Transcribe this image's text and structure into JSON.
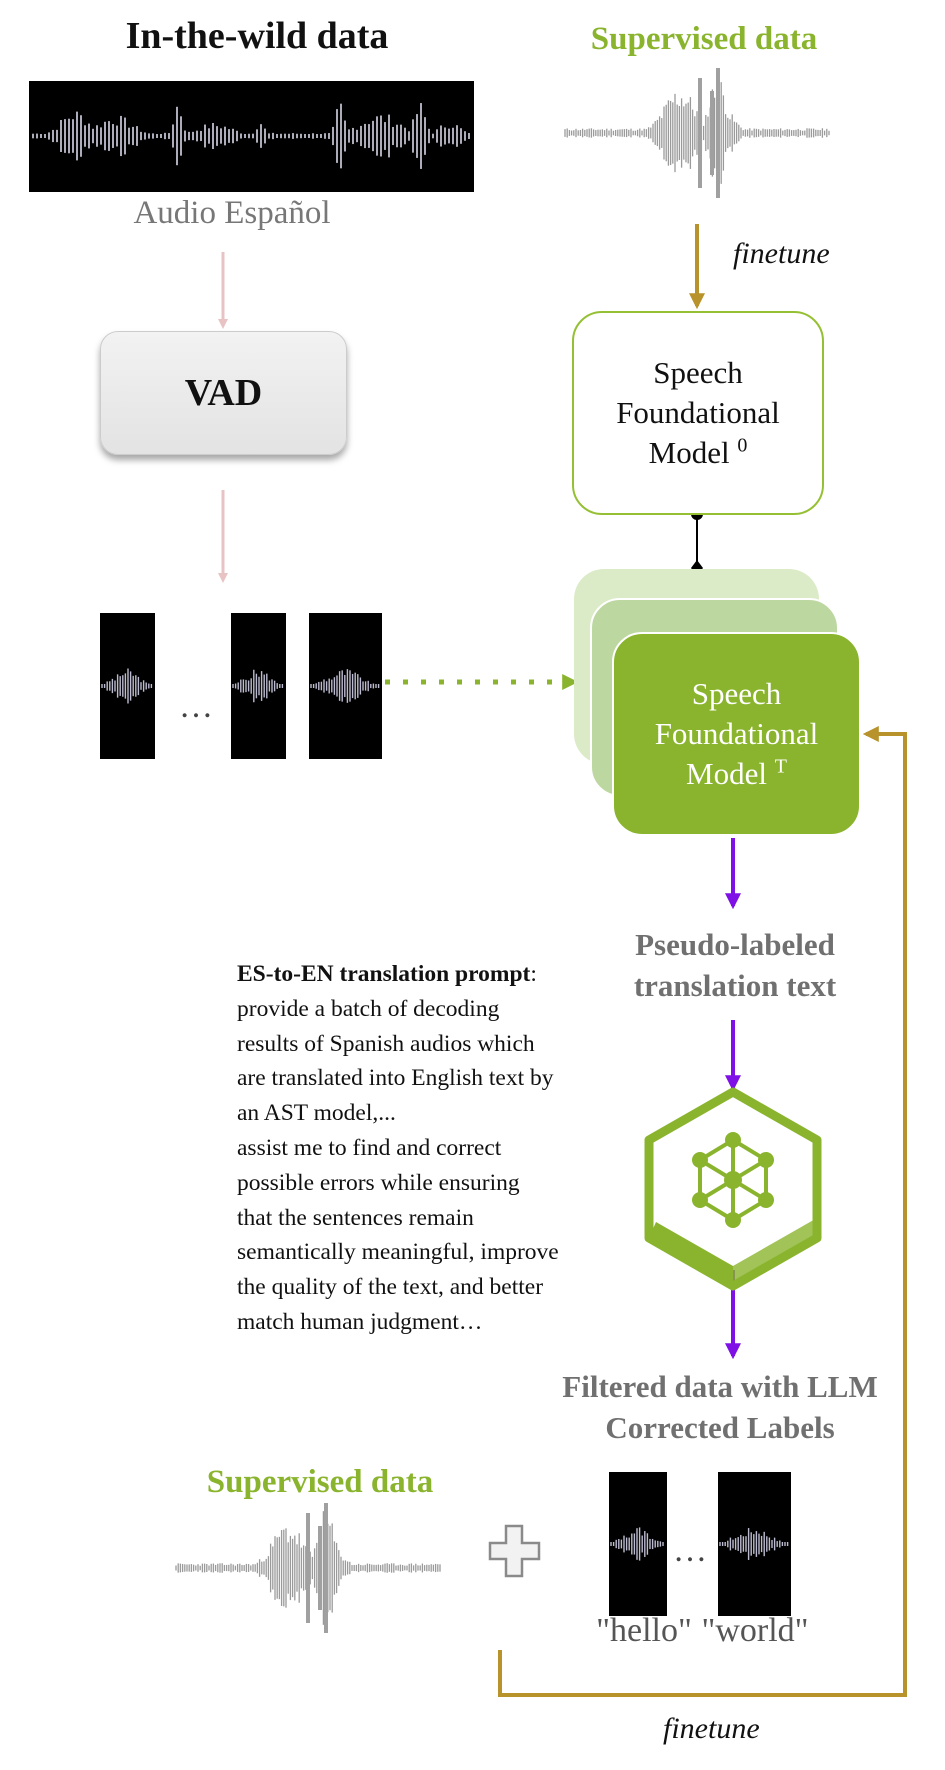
{
  "left_column": {
    "title": "In-the-wild data",
    "audio_caption": "Audio Español",
    "vad_label": "VAD",
    "ellipsis": "…"
  },
  "right_column": {
    "top_title": "Supervised data",
    "finetune_label": "finetune",
    "model_initial": {
      "line1": "Speech",
      "line2": "Foundational",
      "line3": "Model",
      "superscript": "0"
    },
    "model_teacher": {
      "line1": "Speech",
      "line2": "Foundational",
      "line3": "Model",
      "superscript": "T"
    },
    "pseudo_label": [
      "Pseudo-labeled",
      "translation text"
    ],
    "filtered_label": [
      "Filtered data with LLM",
      "Corrected Labels"
    ],
    "examples": [
      "\"hello\"",
      "\"world\""
    ],
    "ellipsis": "…"
  },
  "prompt": {
    "heading": "ES-to-EN translation prompt",
    "lines": [
      "provide a batch of decoding",
      "results of Spanish audios which",
      "are translated into English text by",
      "an AST model,...",
      "assist me to find and correct",
      "possible errors while ensuring",
      "that the sentences remain",
      "semantically meaningful, improve",
      "the quality of the text, and better",
      "match human judgment…"
    ]
  },
  "bottom": {
    "supervised_title": "Supervised data",
    "finetune_label": "finetune"
  },
  "colors": {
    "green": "#8ab42d",
    "gold": "#b8922a",
    "purple": "#7f10e6",
    "pink": "#e8c3c3",
    "gray_text": "#707070"
  },
  "icons": [
    "waveform-icon",
    "llm-network-cube-icon",
    "plus-icon"
  ]
}
